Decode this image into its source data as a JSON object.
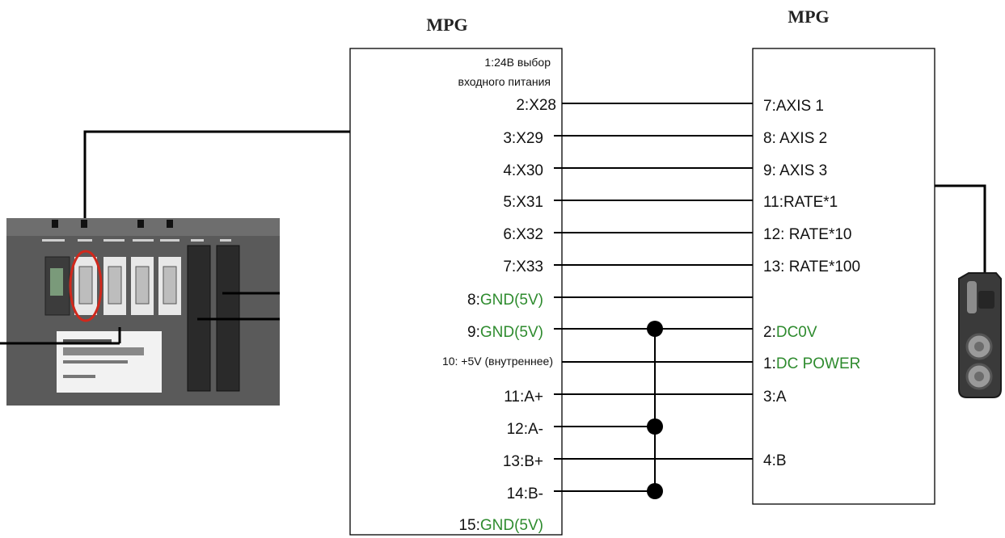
{
  "left_title": "MPG",
  "right_title": "MPG",
  "colors": {
    "line": "#000000",
    "ground_text": "#2e8b2e",
    "highlight_ring": "#d0281c"
  },
  "left_pins": [
    {
      "id": "p1a",
      "label": "1:24В выбор"
    },
    {
      "id": "p1b",
      "label": "входного питания"
    },
    {
      "id": "p2",
      "label": "2:X28"
    },
    {
      "id": "p3",
      "label": "3:X29"
    },
    {
      "id": "p4",
      "label": "4:X30"
    },
    {
      "id": "p5",
      "label": "5:X31"
    },
    {
      "id": "p6",
      "label": "6:X32"
    },
    {
      "id": "p7",
      "label": "7:X33"
    },
    {
      "id": "p8",
      "label": "8:",
      "green": "GND(5V)"
    },
    {
      "id": "p9",
      "label": "9:",
      "green": "GND(5V)"
    },
    {
      "id": "p10",
      "label": "10: +5V (внутреннее)"
    },
    {
      "id": "p11",
      "label": "11:A+"
    },
    {
      "id": "p12",
      "label": "12:A-"
    },
    {
      "id": "p13",
      "label": "13:B+"
    },
    {
      "id": "p14",
      "label": "14:B-"
    },
    {
      "id": "p15",
      "label": "15:",
      "green": "GND(5V)"
    }
  ],
  "right_pins": [
    {
      "id": "r7",
      "label": "7:AXIS 1"
    },
    {
      "id": "r8",
      "label": "8: AXIS 2"
    },
    {
      "id": "r9",
      "label": "9: AXIS 3"
    },
    {
      "id": "r11",
      "label": "11:RATE*1"
    },
    {
      "id": "r12",
      "label": "12: RATE*10"
    },
    {
      "id": "r13",
      "label": "13: RATE*100"
    },
    {
      "id": "r2",
      "label": "2:",
      "green": "DC0V"
    },
    {
      "id": "r1",
      "label": "1:",
      "green": "DC POWER"
    },
    {
      "id": "r3",
      "label": "3:A"
    },
    {
      "id": "r4",
      "label": "4:B"
    }
  ],
  "icons": {
    "controller": "controller-panel-photo-icon",
    "pendant": "handwheel-pendant-photo-icon"
  }
}
